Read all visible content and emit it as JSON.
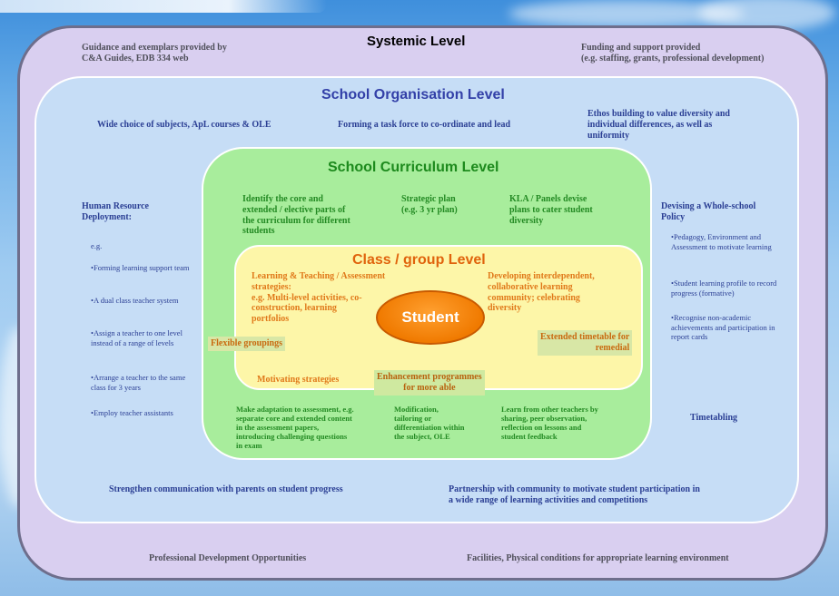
{
  "systemic": {
    "title": "Systemic Level",
    "left_note": [
      "Guidance and exemplars provided by",
      "C&A Guides, EDB 334 web"
    ],
    "right_note": [
      "Funding and support provided",
      "(e.g. staffing, grants, professional development)"
    ],
    "bottom_left": "Professional Development Opportunities",
    "bottom_right": "Facilities, Physical conditions for appropriate learning environment"
  },
  "school_org": {
    "title": "School Organisation Level",
    "top_left": "Wide choice of subjects, ApL courses & OLE",
    "top_mid": "Forming a task force to co-ordinate and lead",
    "top_right": [
      "Ethos building to value diversity and",
      "individual differences, as well as",
      "uniformity"
    ],
    "hr_title": [
      "Human Resource",
      "Deployment:"
    ],
    "hr_items": [
      "e.g.",
      "•Forming learning support team",
      "•A dual class teacher system",
      "•Assign a teacher to one level instead of a range of levels",
      "•Arrange a teacher to the same class for 3 years",
      "•Employ teacher assistants"
    ],
    "policy_title": [
      "Devising a Whole-school",
      "Policy"
    ],
    "policy_items": [
      "•Pedagogy, Environment and Assessment to motivate learning",
      "•Student learning profile to record progress (formative)",
      "•Recognise non-academic achievements and participation in report cards"
    ],
    "timetabling": "Timetabling",
    "bottom_left": "Strengthen communication with parents on student progress",
    "bottom_right": [
      "Partnership with community to motivate student participation in",
      "a wide range of learning activities and competitions"
    ]
  },
  "curriculum": {
    "title": "School Curriculum Level",
    "top_left": [
      "Identify the core and",
      "extended / elective parts of",
      "the curriculum for different",
      "students"
    ],
    "top_mid": [
      "Strategic plan",
      "(e.g. 3 yr plan)"
    ],
    "top_right": [
      "KLA / Panels devise",
      "plans to cater student",
      "diversity"
    ],
    "bottom_left": [
      "Make adaptation to assessment, e.g.",
      "separate core and extended content",
      "in the assessment papers,",
      "introducing challenging questions",
      "in exam"
    ],
    "bottom_mid": [
      "Modification,",
      "tailoring or",
      "differentiation within",
      "the subject, OLE"
    ],
    "bottom_right": [
      "Learn from other teachers by",
      "sharing, peer observation,",
      "reflection on lessons and",
      "student feedback"
    ]
  },
  "class_group": {
    "title": "Class / group Level",
    "left": [
      "Learning & Teaching / Assessment",
      "strategies:",
      "e.g. Multi-level activities, co-",
      "construction, learning",
      "portfolios"
    ],
    "right": [
      "Developing interdependent,",
      "collaborative learning",
      "community; celebrating",
      "diversity"
    ],
    "flexible": "Flexible groupings",
    "extended": [
      "Extended timetable for",
      "remedial"
    ],
    "motivating": "Motivating strategies",
    "enhancement": [
      "Enhancement programmes",
      "for more able"
    ]
  },
  "student": "Student"
}
